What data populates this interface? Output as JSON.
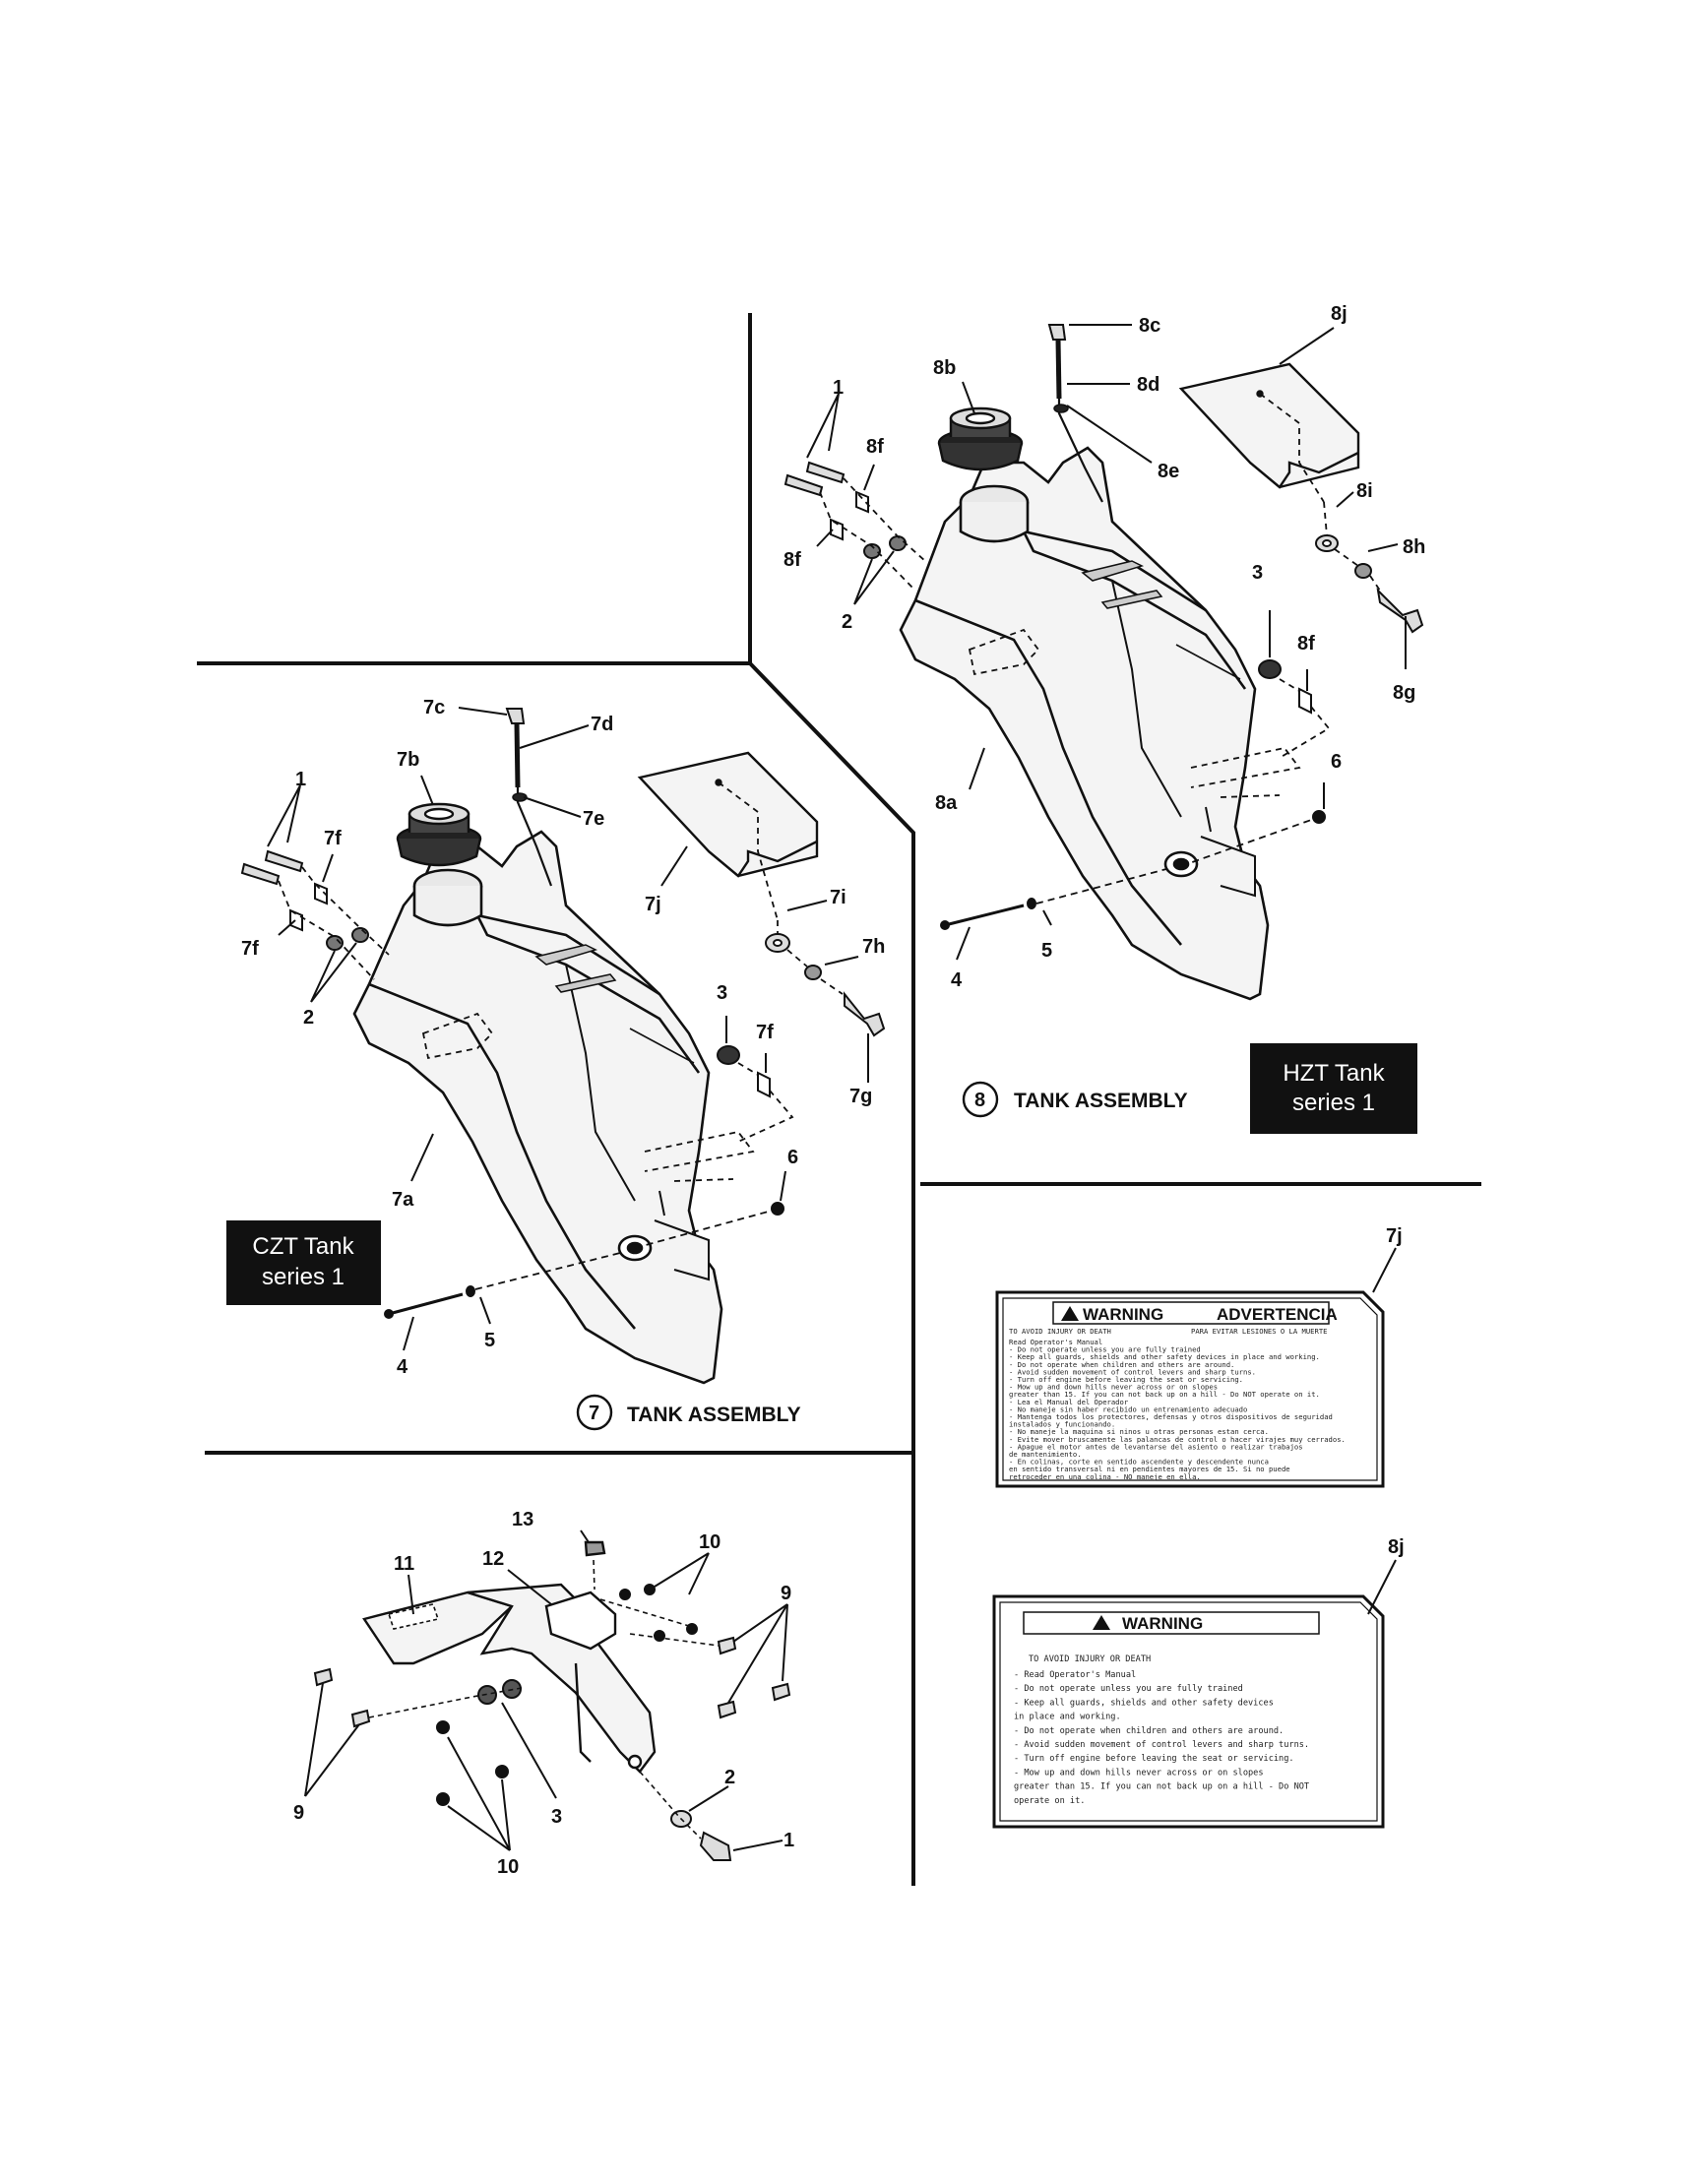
{
  "callouts": {
    "hzt": {
      "c1": "1",
      "c8f_top": "8f",
      "c8f_left": "8f",
      "c2": "2",
      "c8b": "8b",
      "c8c": "8c",
      "c8d": "8d",
      "c8e": "8e",
      "c8j": "8j",
      "c8i": "8i",
      "c8h": "8h",
      "c8g": "8g",
      "c3": "3",
      "c8f_right": "8f",
      "c6": "6",
      "c8a": "8a",
      "c5": "5",
      "c4": "4"
    },
    "czt": {
      "c7c": "7c",
      "c7d": "7d",
      "c7b": "7b",
      "c7e": "7e",
      "c1": "1",
      "c7f_top": "7f",
      "c7f_left": "7f",
      "c2": "2",
      "c7j": "7j",
      "c7i": "7i",
      "c7h": "7h",
      "c3": "3",
      "c7f_right": "7f",
      "c7g": "7g",
      "c6": "6",
      "c7a": "7a",
      "c5": "5",
      "c4": "4"
    },
    "bracket": {
      "c13": "13",
      "c10_top": "10",
      "c11": "11",
      "c12": "12",
      "c9_right": "9",
      "c9_left": "9",
      "c3": "3",
      "c2": "2",
      "c1": "1",
      "c10_bottom": "10"
    },
    "decals": {
      "c7j": "7j",
      "c8j": "8j"
    }
  },
  "assemblies": {
    "eight": {
      "number": "8",
      "title": "TANK ASSEMBLY"
    },
    "seven": {
      "number": "7",
      "title": "TANK ASSEMBLY"
    }
  },
  "tags": {
    "hzt": {
      "line1": "HZT Tank",
      "line2": "series 1"
    },
    "czt": {
      "line1": "CZT Tank",
      "line2": "series 1"
    }
  },
  "decal_7j": {
    "warning": "WARNING",
    "advertencia": "ADVERTENCIA",
    "left_sub": "TO AVOID INJURY OR DEATH",
    "right_sub": "PARA EVITAR LESIONES O LA MUERTE",
    "lines": [
      "Read Operator's Manual",
      "- Do not operate unless you are fully trained",
      "- Keep all guards, shields and other safety devices in place and working.",
      "- Do not operate when children and others are around.",
      "- Avoid sudden movement of control levers and sharp turns.",
      "- Turn off engine before leaving the seat or servicing.",
      "- Mow up and down hills never across or on slopes",
      "  greater than 15. If you can not back up on a hill - Do NOT operate on it.",
      "- Lea el Manual del Operador",
      "- No maneje sin haber recibido un entrenamiento adecuado",
      "- Mantenga todos los protectores, defensas y otros dispositivos de seguridad",
      "  instalados y funcionando.",
      "- No maneje la maquina si ninos u otras personas estan cerca.",
      "- Evite mover bruscamente las palancas de control o hacer virajes muy cerrados.",
      "- Apague el motor antes de levantarse del asiento o realizar trabajos",
      "  de mantenimiento.",
      "- En colinas, corte en sentido ascendente y descendente nunca",
      "  en sentido transversal ni en pendientes mayores de 15. Si no puede",
      "  retroceder en una colina - NO maneje en ella."
    ]
  },
  "decal_8j": {
    "warning": "WARNING",
    "sub": "TO AVOID INJURY OR DEATH",
    "lines": [
      "- Read Operator's Manual",
      "- Do not operate unless you are fully trained",
      "- Keep all guards, shields and other safety devices",
      "  in place and working.",
      "- Do not operate when children and others are around.",
      "- Avoid sudden movement of control levers and sharp turns.",
      "- Turn off engine before leaving the seat or servicing.",
      "- Mow up and down hills never across or on slopes",
      "  greater than 15. If you can not back up on a hill - Do NOT",
      "  operate on it."
    ]
  }
}
